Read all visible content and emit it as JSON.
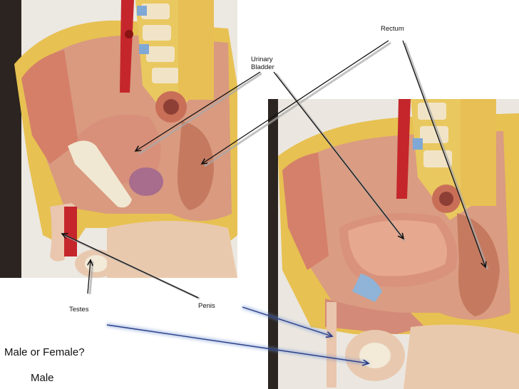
{
  "labels": {
    "rectum": "Rectum",
    "bladder_line1": "Urinary",
    "bladder_line2": "Bladder",
    "testes": "Testes",
    "penis": "Penis"
  },
  "question": "Male or Female?",
  "answer": "Male",
  "colors": {
    "arrow": "#111111",
    "glow_arrow": "#3a5fb0",
    "tissue": "#d99a80",
    "fat": "#e8c24a",
    "bone": "#f2e6c8",
    "vessel_red": "#c4262c",
    "vessel_blue": "#7fa8d6"
  }
}
